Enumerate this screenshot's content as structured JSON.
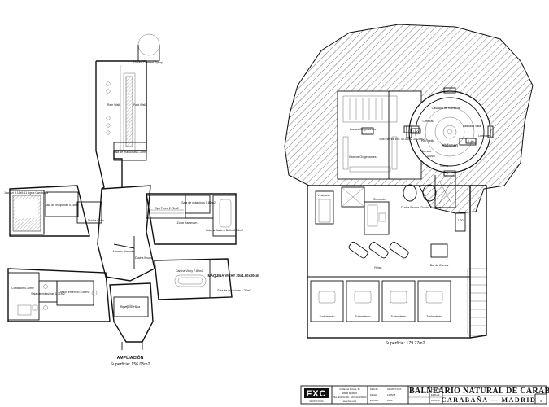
{
  "left_plan": {
    "rooms": {
      "ducha_contrast": "Ducha Contrast Spray",
      "rain_walk": "Rain Walk",
      "foot_walk": "Foot Walk",
      "sala_maquinas_1": "Sala de máquinas 1.30m2",
      "jacuzzi": "Jacuzzi 3.11x5.11 Agua Carabaña",
      "sala_maquinas_2": "Sala de máquinas 5.18m2",
      "ducha_cubo": "Ducha Cubo",
      "spa_turco": "Spa Turco 2.76m2",
      "sala_maquinas_3": "Sala de máquinas 0.81m2",
      "zona_hammam": "Zona Hammam",
      "cabina_bano": "Cabina Bañera Baño 6.06m2",
      "armario_almacen": "Armario Almacén",
      "ducha_bruma": "Ducha Bruma",
      "cabina_vichy": "Cabina Vichy 7.80m2",
      "maquina_vichy": "MÁQUINA VICHY 20x1.60x00cm",
      "sala_maquinas_4": "Sala de máquinas 1.37m2",
      "contador": "Contador 4.70m2",
      "sala_maquinas_5": "Sala de máquinas 1.71m2",
      "aseo_femenino": "Aseo femenino 5.86m2",
      "recepcion_spa": "Recepción Spa"
    },
    "caption": "AMPLIACIÓN",
    "area": "Superficie: 156.05m2"
  },
  "right_plan": {
    "rooms": {
      "camas_oxigenantes": "Camas Oxigenantes",
      "spa_interior": "Spa Interior Ext. 40.44m2 35.25m2",
      "bancos_oxigenantes": "Bancos Oxigenantes",
      "cascada_hombros": "Cascada de Hombros",
      "cervical": "Cervical",
      "cascada_sala": "Cascada Sala",
      "lumbares": "Lumbares",
      "abdomen": "Abdomen",
      "pie_tobillo": "Pie/Tobillo",
      "gemelo": "Gemelo",
      "muslo": "Muslo",
      "gluteo": "Glúteo",
      "vestuario": "Vestuario",
      "gimnasio": "Gimnasio",
      "ducha_bruma": "Ducha Bruma",
      "ducha_contrast": "Ducha Contrast",
      "relax": "Relax",
      "bar_zumos": "Bar de Zumos",
      "tratamiento": "Tratamiento"
    },
    "dims": [
      "1.20",
      "1.40",
      "1.20"
    ],
    "area": "Superficie: 179.77m2"
  },
  "title_block": {
    "logo": "FXC",
    "logo_sub": "GRUPO FOXA",
    "address": "C/ Manuel Ferrero, 51",
    "city": "28036 MADRID",
    "phone": "TEL. 913154700 - FAX. 913154903",
    "web": "www.fxcs.com",
    "field_labels": [
      "DIBUJO",
      "FECHA",
      "ESCALA"
    ],
    "field_values": [
      "GRUPO FOXA",
      "14/05/08",
      "1/100"
    ],
    "side_labels": [
      "CLIENTE",
      "EMPLAZ.",
      "ASUNTO"
    ],
    "project_title": "BALNEARIO NATURAL DE CARABAÑA",
    "project_location": "CARABAÑA — MADRID",
    "sheet": "3"
  }
}
